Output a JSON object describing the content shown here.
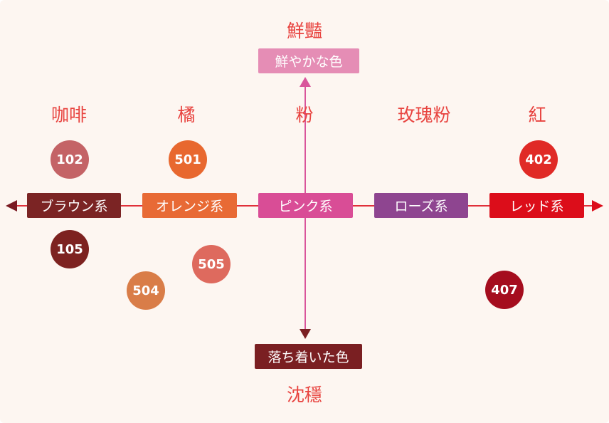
{
  "vertical_axis": {
    "top_label": "鮮豔",
    "top_box": "鮮やかな色",
    "bottom_box": "落ち着いた色",
    "bottom_label": "沈穩"
  },
  "categories": [
    {
      "label": "咖啡",
      "box": "ブラウン系",
      "color": "#7b2424"
    },
    {
      "label": "橘",
      "box": "オレンジ系",
      "color": "#e86a35"
    },
    {
      "label": "粉",
      "box": "ピンク系",
      "color": "#d94d96"
    },
    {
      "label": "玫瑰粉",
      "box": "ローズ系",
      "color": "#8e4590"
    },
    {
      "label": "紅",
      "box": "レッド系",
      "color": "#dc0d1a"
    }
  ],
  "shades": [
    {
      "code": "102",
      "color": "#c46366"
    },
    {
      "code": "501",
      "color": "#e8682f"
    },
    {
      "code": "402",
      "color": "#e02a26"
    },
    {
      "code": "105",
      "color": "#7d2220"
    },
    {
      "code": "505",
      "color": "#de6a5e"
    },
    {
      "code": "504",
      "color": "#d97d48"
    },
    {
      "code": "407",
      "color": "#a50d1e"
    }
  ]
}
